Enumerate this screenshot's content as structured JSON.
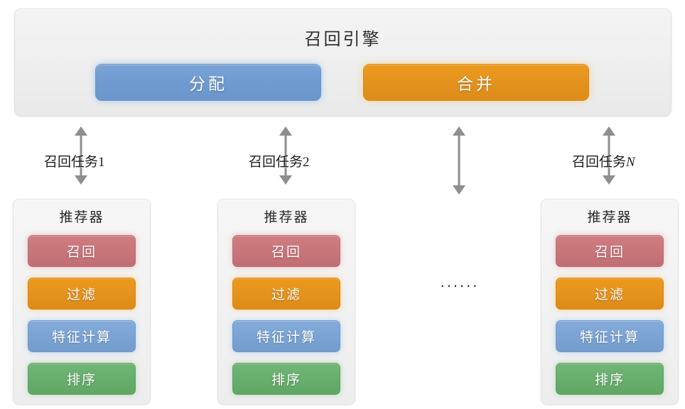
{
  "engine": {
    "title": "召回引擎",
    "buttons": [
      {
        "label": "分配",
        "color": "#6f9bd1",
        "name": "assign"
      },
      {
        "label": "合并",
        "color": "#e4921e",
        "name": "merge"
      }
    ]
  },
  "connectors": [
    {
      "label_text": "召回任务",
      "index": "1",
      "index_italic": false
    },
    {
      "label_text": "召回任务",
      "index": "2",
      "index_italic": false
    },
    {
      "label_text": "",
      "index": "",
      "index_italic": false
    },
    {
      "label_text": "召回任务",
      "index": "N",
      "index_italic": true
    }
  ],
  "ellipsis": "......",
  "recommenders": [
    {
      "title": "推荐器",
      "stages": [
        {
          "label": "召回",
          "color": "#c8757a"
        },
        {
          "label": "过滤",
          "color": "#e4921e"
        },
        {
          "label": "特征计算",
          "color": "#7aa3d4"
        },
        {
          "label": "排序",
          "color": "#67ad6c"
        }
      ]
    },
    {
      "title": "推荐器",
      "stages": [
        {
          "label": "召回",
          "color": "#c8757a"
        },
        {
          "label": "过滤",
          "color": "#e4921e"
        },
        {
          "label": "特征计算",
          "color": "#7aa3d4"
        },
        {
          "label": "排序",
          "color": "#67ad6c"
        }
      ]
    },
    {
      "title": "推荐器",
      "stages": [
        {
          "label": "召回",
          "color": "#c8757a"
        },
        {
          "label": "过滤",
          "color": "#e4921e"
        },
        {
          "label": "特征计算",
          "color": "#7aa3d4"
        },
        {
          "label": "排序",
          "color": "#67ad6c"
        }
      ]
    }
  ]
}
